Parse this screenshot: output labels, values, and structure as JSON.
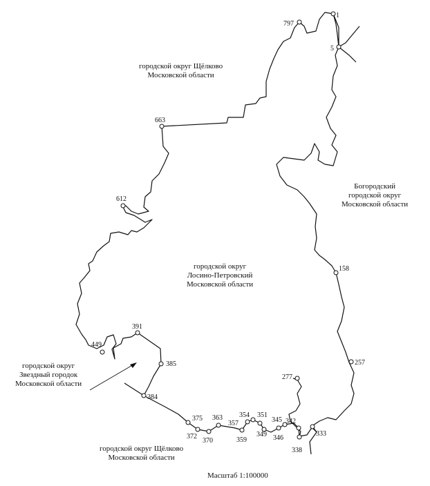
{
  "regions": {
    "shchelkovo_north": [
      "городской округ Щёлково",
      "Московской области"
    ],
    "bogorodsky": [
      "Богородский",
      "городской округ",
      "Московской области"
    ],
    "losino": [
      "городской округ",
      "Лосино-Петровский",
      "Московской области"
    ],
    "zvezdny": [
      "городской округ",
      "Звездный городок",
      "Московской области"
    ],
    "shchelkovo_south": [
      "городской округ Щёлково",
      "Московской области"
    ]
  },
  "points": [
    "1",
    "5",
    "797",
    "663",
    "612",
    "158",
    "257",
    "277",
    "449",
    "391",
    "385",
    "384",
    "375",
    "363",
    "354",
    "351",
    "345",
    "342",
    "333",
    "338",
    "346",
    "349",
    "359",
    "357",
    "370",
    "372"
  ],
  "scale": "Масштаб 1:100000",
  "colors": {
    "line": "#111111",
    "background": "#ffffff"
  }
}
